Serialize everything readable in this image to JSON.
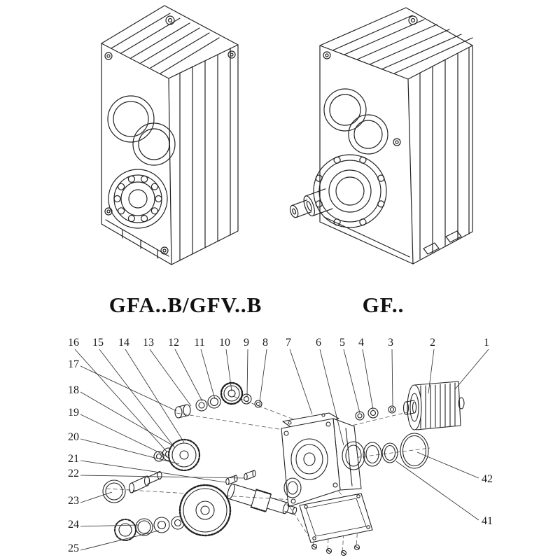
{
  "colors": {
    "background": "#ffffff",
    "line": "#222222",
    "leader": "#333333"
  },
  "figure_labels": {
    "left": "GFA..B/GFV..B",
    "right": "GF.."
  },
  "callouts": {
    "top": [
      "16",
      "15",
      "14",
      "13",
      "12",
      "11",
      "10",
      "9",
      "8",
      "7",
      "6",
      "5",
      "4",
      "3",
      "2",
      "1"
    ],
    "left": [
      "17",
      "18",
      "19",
      "20",
      "21",
      "22",
      "23",
      "24",
      "25"
    ],
    "right": [
      "42",
      "41"
    ]
  }
}
